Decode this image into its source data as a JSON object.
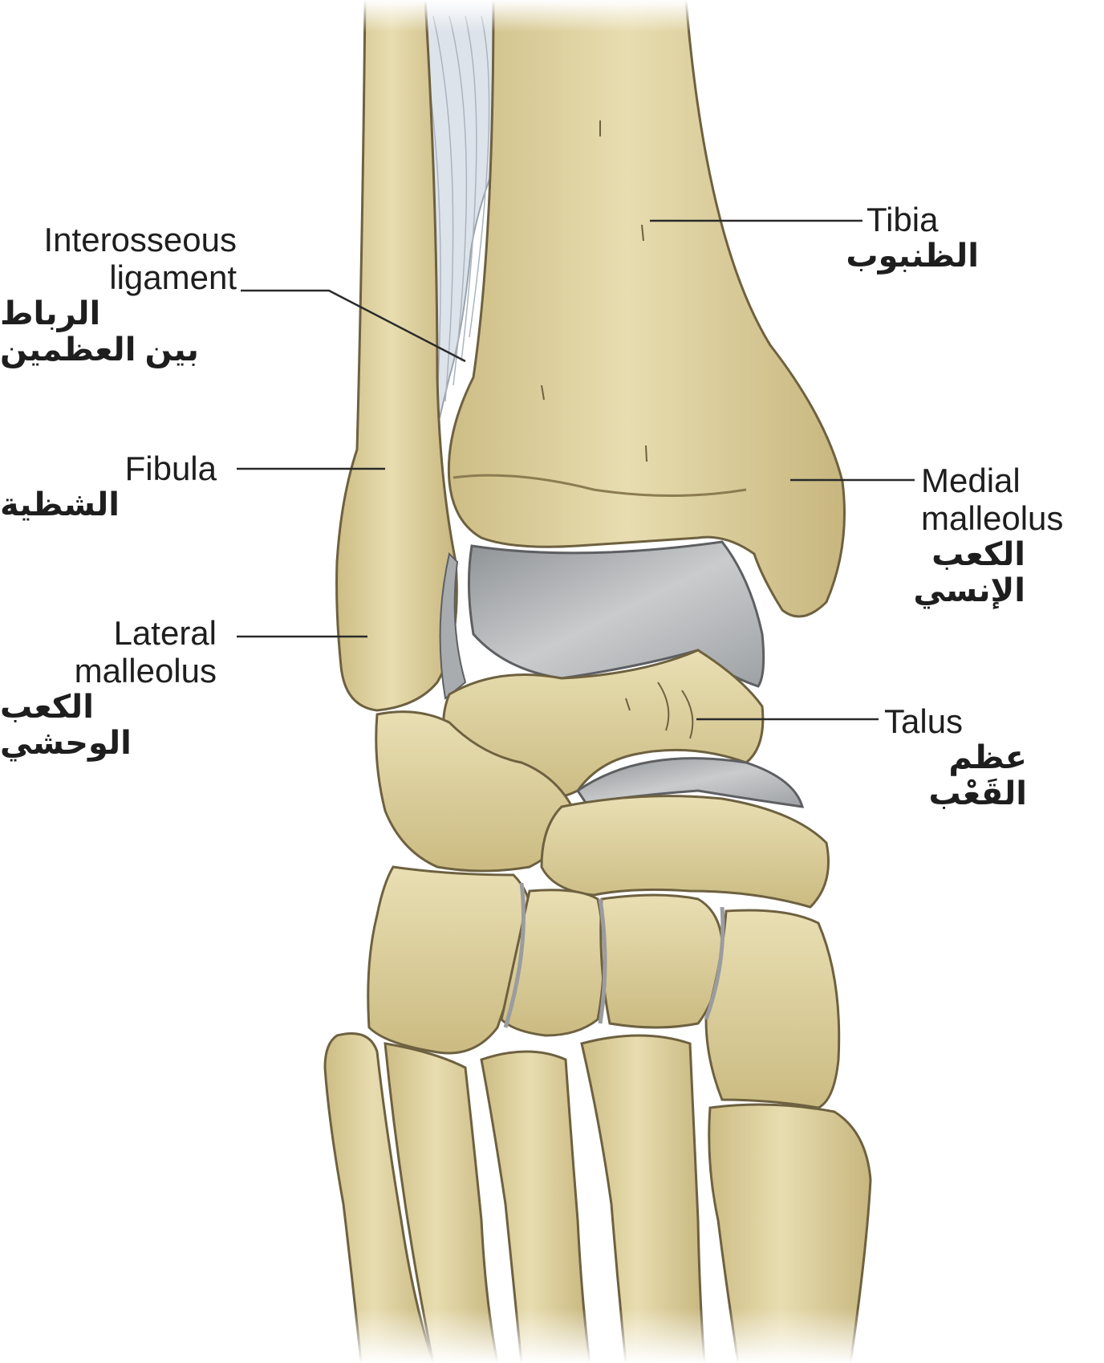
{
  "colors": {
    "bone": "#e3d6a4",
    "bone_shadow": "#b9a86f",
    "bone_outline": "#6e6140",
    "cartilage": "#b9bbbd",
    "ligament": "#dde3ea",
    "leader_line": "#2a2a2a",
    "text": "#1e1e1e"
  },
  "labels": {
    "interosseous": {
      "en1": "Interosseous",
      "en2": "ligament",
      "ar1": "الرباط",
      "ar2": "بين العظمين"
    },
    "fibula": {
      "en1": "Fibula",
      "ar1": "الشظية"
    },
    "lateral_malleolus": {
      "en1": "Lateral",
      "en2": "malleolus",
      "ar1": "الكعب",
      "ar2": "الوحشي"
    },
    "tibia": {
      "en1": "Tibia",
      "ar1": "الظنبوب"
    },
    "medial_malleolus": {
      "en1": "Medial",
      "en2": "malleolus",
      "ar1": "الكعب",
      "ar2": "الإنسي"
    },
    "talus": {
      "en1": "Talus",
      "ar1": "عظم القَعْب"
    }
  }
}
